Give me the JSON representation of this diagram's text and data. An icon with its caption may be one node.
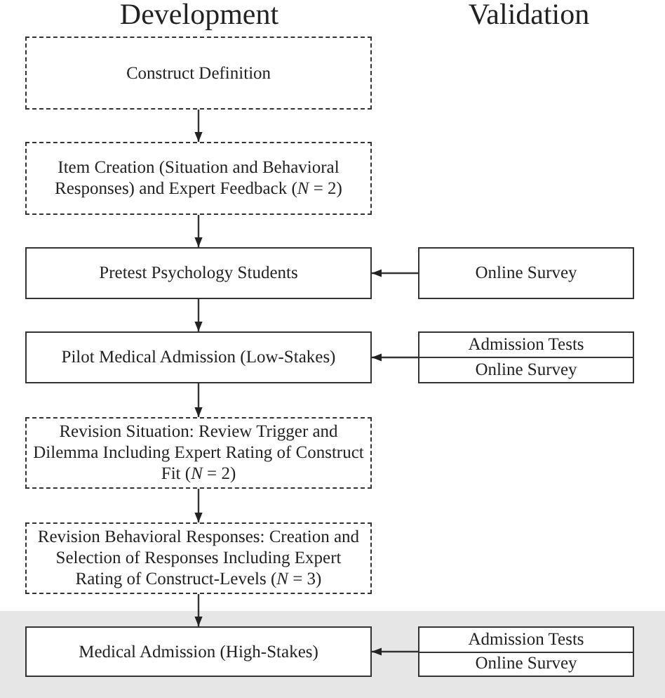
{
  "diagram": {
    "nodes": [
      {
        "text": [
          "Construct Definition"
        ]
      },
      {
        "text": [
          "Item Creation (Situation and Behavioral Responses) and Expert Feedback (*N* = 2)"
        ]
      },
      {
        "text": [
          "Pretest Psychology Students"
        ]
      },
      {
        "text": [
          "Online Survey"
        ]
      },
      {
        "text": [
          "Pilot Medical Admission (Low-Stakes)"
        ]
      },
      {
        "text": [
          "Admission Tests",
          "Online Survey"
        ]
      },
      {
        "text": [
          "Revision Situation: Review Trigger and Dilemma Including Expert Rating of Construct Fit (*N* = 2)"
        ]
      },
      {
        "text": [
          "Revision Behavioral Responses: Creation and Selection of Responses Including Expert Rating of Construct-Levels (*N* = 3)"
        ]
      },
      {
        "text": [
          "Medical Admission (High-Stakes)"
        ]
      },
      {
        "text": [
          "Admission Tests",
          "Online Survey"
        ]
      }
    ],
    "edges": [
      {
        "from": 0,
        "to": 1,
        "arrow": "to"
      },
      {
        "from": 1,
        "to": 2,
        "arrow": "to"
      },
      {
        "from": 3,
        "to": 2,
        "arrow": "to"
      },
      {
        "from": 2,
        "to": 4,
        "arrow": "to"
      },
      {
        "from": 5,
        "to": 4,
        "arrow": "to"
      },
      {
        "from": 4,
        "to": 6,
        "arrow": "to"
      },
      {
        "from": 6,
        "to": 7,
        "arrow": "to"
      },
      {
        "from": 7,
        "to": 8,
        "arrow": "to"
      },
      {
        "from": 9,
        "to": 8,
        "arrow": "to"
      }
    ],
    "labels": [
      "Development",
      "Validation"
    ]
  }
}
